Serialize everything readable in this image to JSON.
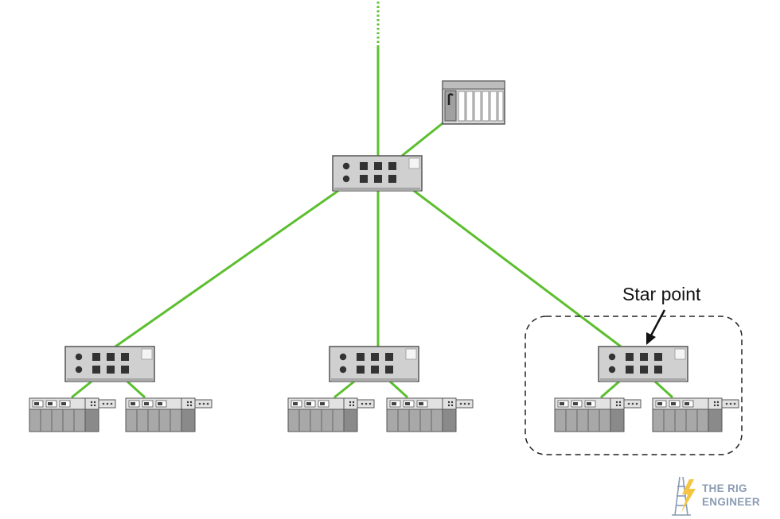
{
  "annotation": {
    "text": "Star point"
  },
  "logo": {
    "line1": "THE RIG",
    "line2": "ENGINEER",
    "text_color": "#8a9bb3",
    "icon_color": "#f4c542"
  },
  "colors": {
    "link": "#5bbf2f",
    "device_fill": "#d0d0d0",
    "device_stroke": "#555555",
    "port": "#333333"
  },
  "icons": [
    "network-switch-icon",
    "plc-rack-icon",
    "io-module-icon"
  ]
}
